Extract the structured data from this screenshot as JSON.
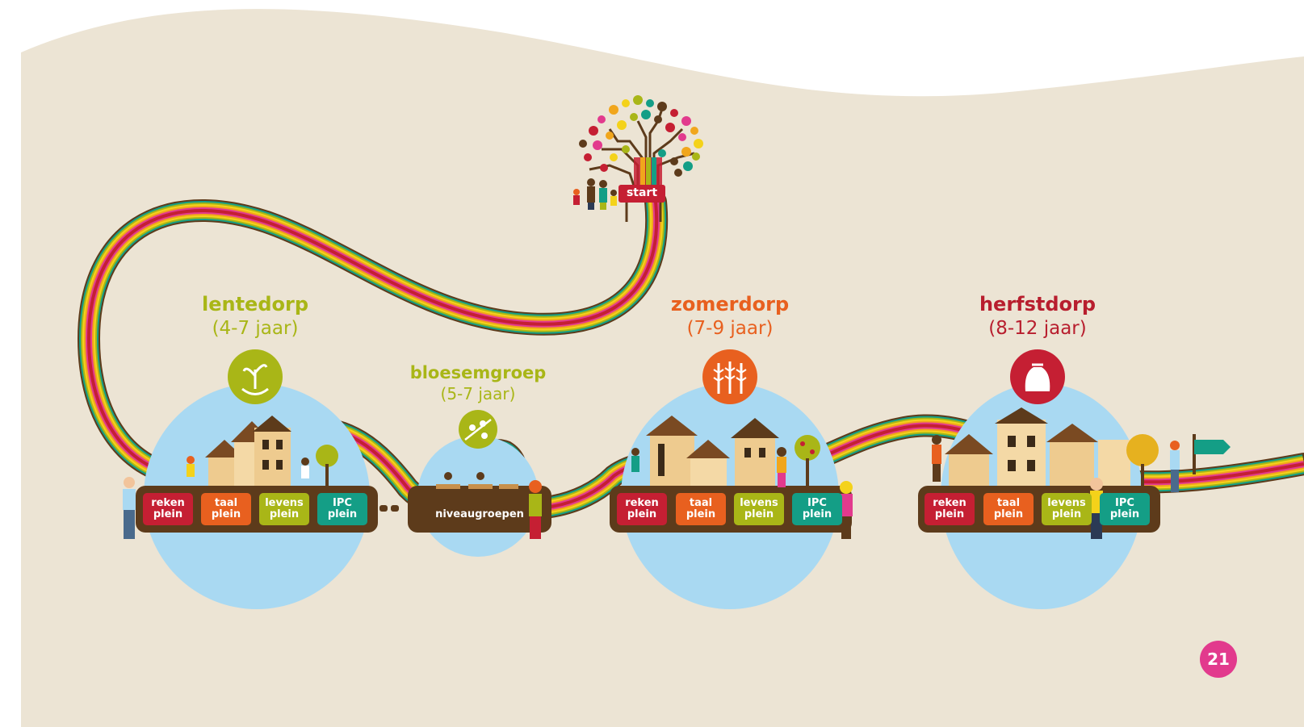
{
  "colors": {
    "background": "#ece4d4",
    "sky_dome": "#a9d9f2",
    "bar": "#5d3b1b",
    "reken": "#c51f33",
    "taal": "#e8601f",
    "levens": "#a9b617",
    "ipc": "#149e86",
    "lentedorp": "#a9b617",
    "zomerdorp": "#e8601f",
    "herfstdorp": "#b81e2e",
    "page_badge": "#e23a8d",
    "rainbow": [
      "#5d3b1b",
      "#c51f33",
      "#e23a8d",
      "#f1a61c",
      "#f4d21a",
      "#a9b617",
      "#149e86"
    ]
  },
  "start": {
    "label": "start"
  },
  "villages": [
    {
      "id": "lentedorp",
      "title": "lentedorp",
      "age": "(4-7 jaar)",
      "icon": "seedling-hand-icon"
    },
    {
      "id": "bloesemgroep",
      "title": "bloesemgroep",
      "age": "(5-7 jaar)",
      "icon": "blossom-branch-icon",
      "bar_label": "niveaugroepen"
    },
    {
      "id": "zomerdorp",
      "title": "zomerdorp",
      "age": "(7-9 jaar)",
      "icon": "wheat-icon"
    },
    {
      "id": "herfstdorp",
      "title": "herfstdorp",
      "age": "(8-12 jaar)",
      "icon": "harvest-sack-icon"
    }
  ],
  "pleinen": [
    {
      "line1": "reken",
      "line2": "plein"
    },
    {
      "line1": "taal",
      "line2": "plein"
    },
    {
      "line1": "levens",
      "line2": "plein"
    },
    {
      "line1": "IPC",
      "line2": "plein"
    }
  ],
  "page_number": "21"
}
